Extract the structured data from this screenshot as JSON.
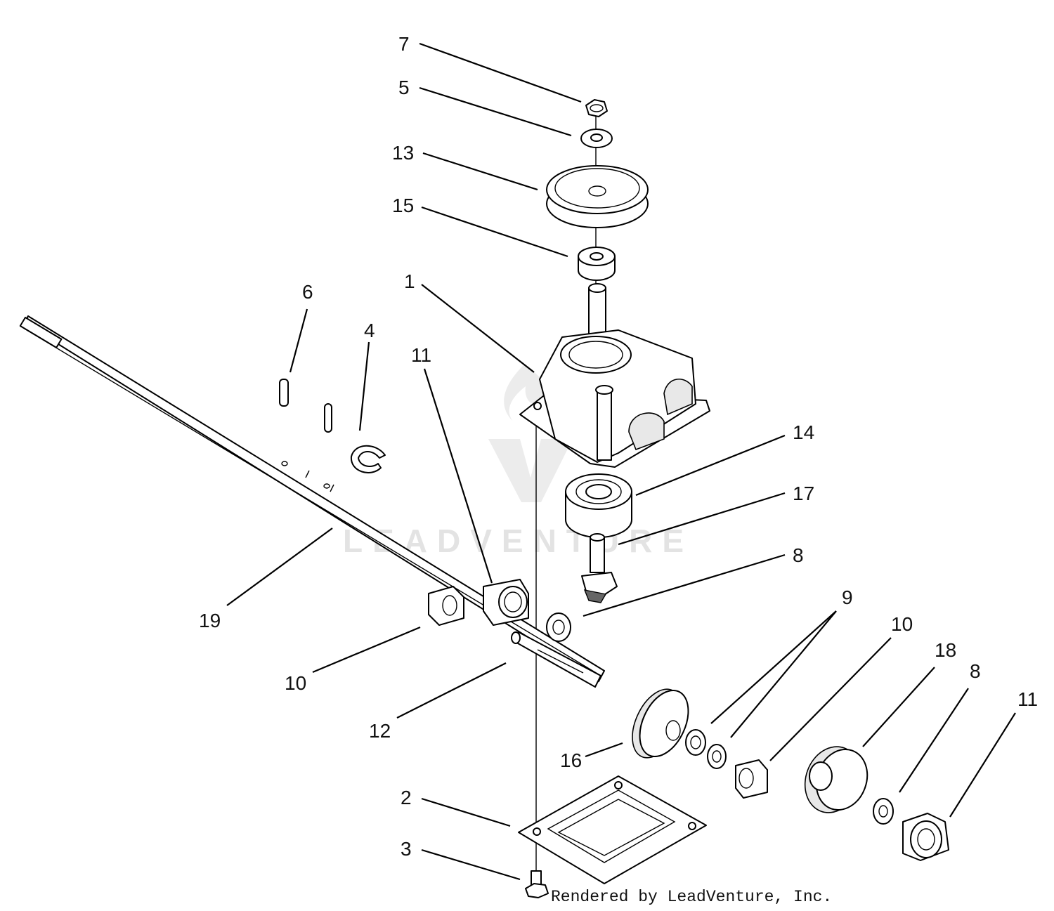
{
  "callouts": [
    "7",
    "5",
    "13",
    "15",
    "1",
    "6",
    "4",
    "11",
    "14",
    "17",
    "8",
    "19",
    "10",
    "12",
    "9",
    "10",
    "18",
    "8",
    "11",
    "16",
    "2",
    "3"
  ],
  "watermark": {
    "brand": "LEADVENTURE",
    "logo": "leadventure-logo"
  },
  "credit": "Rendered by LeadVenture, Inc.",
  "colors": {
    "ink": "#000000",
    "background": "#ffffff",
    "watermark": "#e3e3e3"
  }
}
